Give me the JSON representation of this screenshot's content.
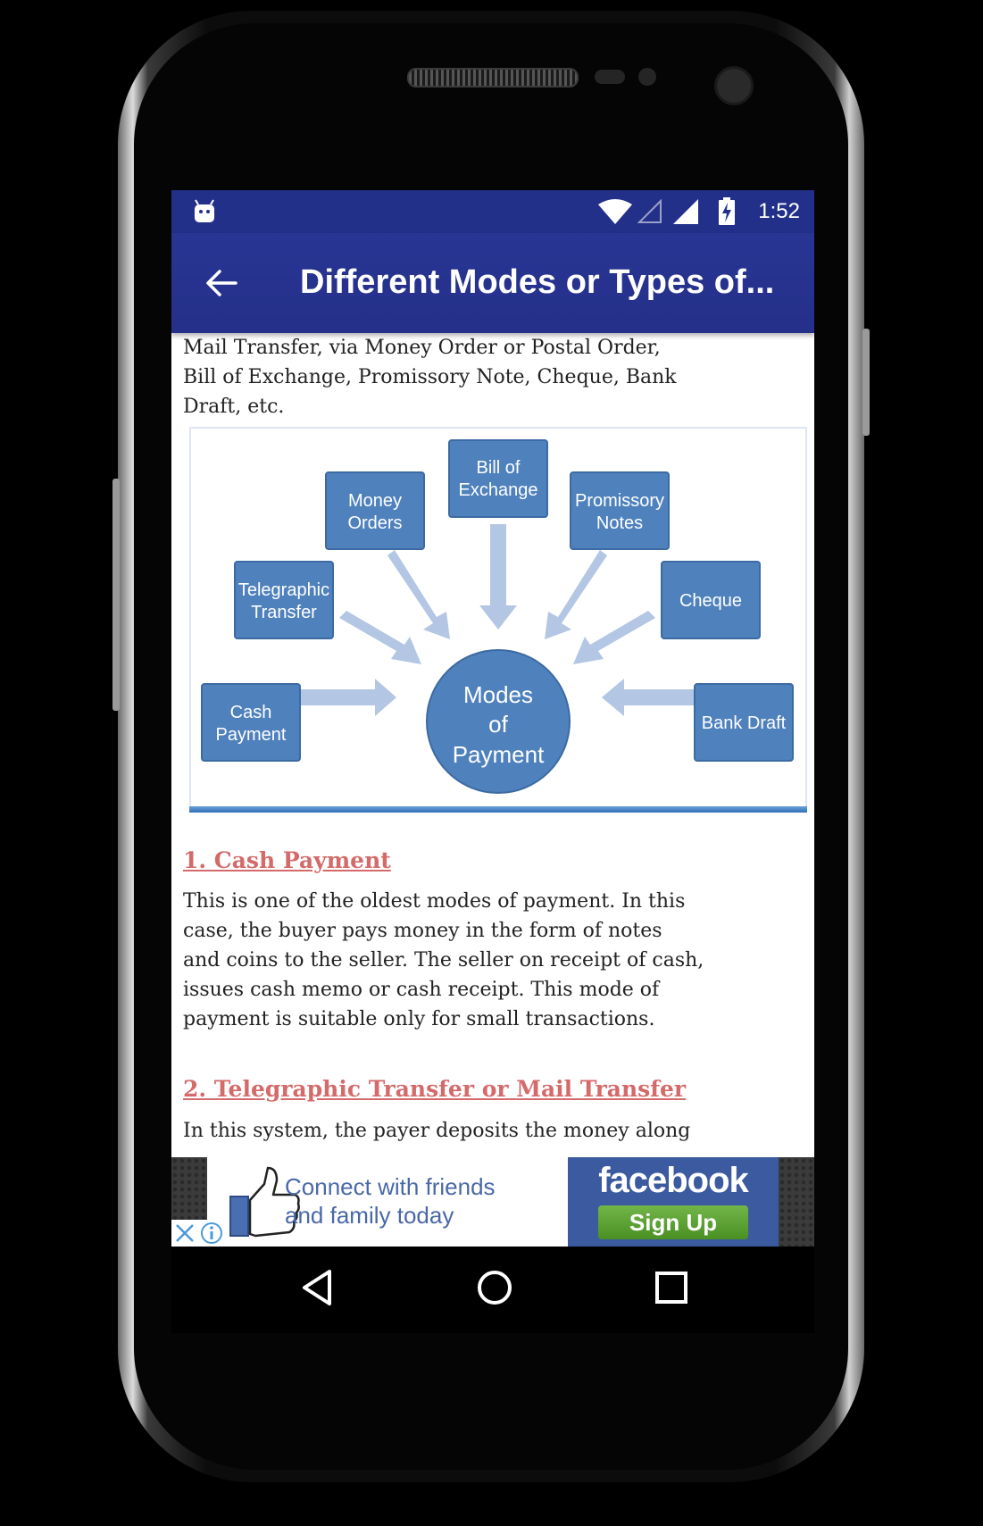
{
  "status_bar": {
    "time": "1:52",
    "icons": [
      "android-debug-icon",
      "wifi-icon",
      "cell-signal-empty-icon",
      "cell-signal-full-icon",
      "battery-charging-icon"
    ]
  },
  "app_bar": {
    "title": "Different Modes or Types of..."
  },
  "content": {
    "intro_lines": [
      "Mail Transfer, via Money Order or Postal Order,",
      "Bill of Exchange, Promissory Note, Cheque, Bank",
      "Draft, etc."
    ],
    "diagram": {
      "center": [
        "Modes",
        "of",
        "Payment"
      ],
      "nodes": {
        "money_orders": [
          "Money",
          "Orders"
        ],
        "bill_of_exchange": [
          "Bill of",
          "Exchange"
        ],
        "promissory_notes": [
          "Promissory",
          "Notes"
        ],
        "telegraphic_transfer": [
          "Telegraphic",
          "Transfer"
        ],
        "cheque": [
          "Cheque"
        ],
        "cash_payment": [
          "Cash",
          "Payment"
        ],
        "bank_draft": [
          "Bank Draft"
        ]
      },
      "colors": {
        "box": "#4f81bd",
        "arrow": "#b3c6e4"
      }
    },
    "section1": {
      "heading": "1. Cash Payment",
      "lines": [
        "This is one of the oldest modes of payment. In this",
        "case, the buyer pays money in the form of notes",
        "and coins to the seller. The seller on receipt of cash,",
        "issues cash memo or cash receipt. This mode of",
        "payment is suitable only for small transactions."
      ]
    },
    "section2": {
      "heading": "2. Telegraphic Transfer or Mail Transfer",
      "first_line": "In this system, the payer deposits the money along"
    }
  },
  "ad": {
    "line1": "Connect with friends",
    "line2": "and family today",
    "brand": "facebook",
    "button": "Sign Up"
  },
  "colors": {
    "app_bar": "#283593",
    "heading": "#d46a6a"
  }
}
